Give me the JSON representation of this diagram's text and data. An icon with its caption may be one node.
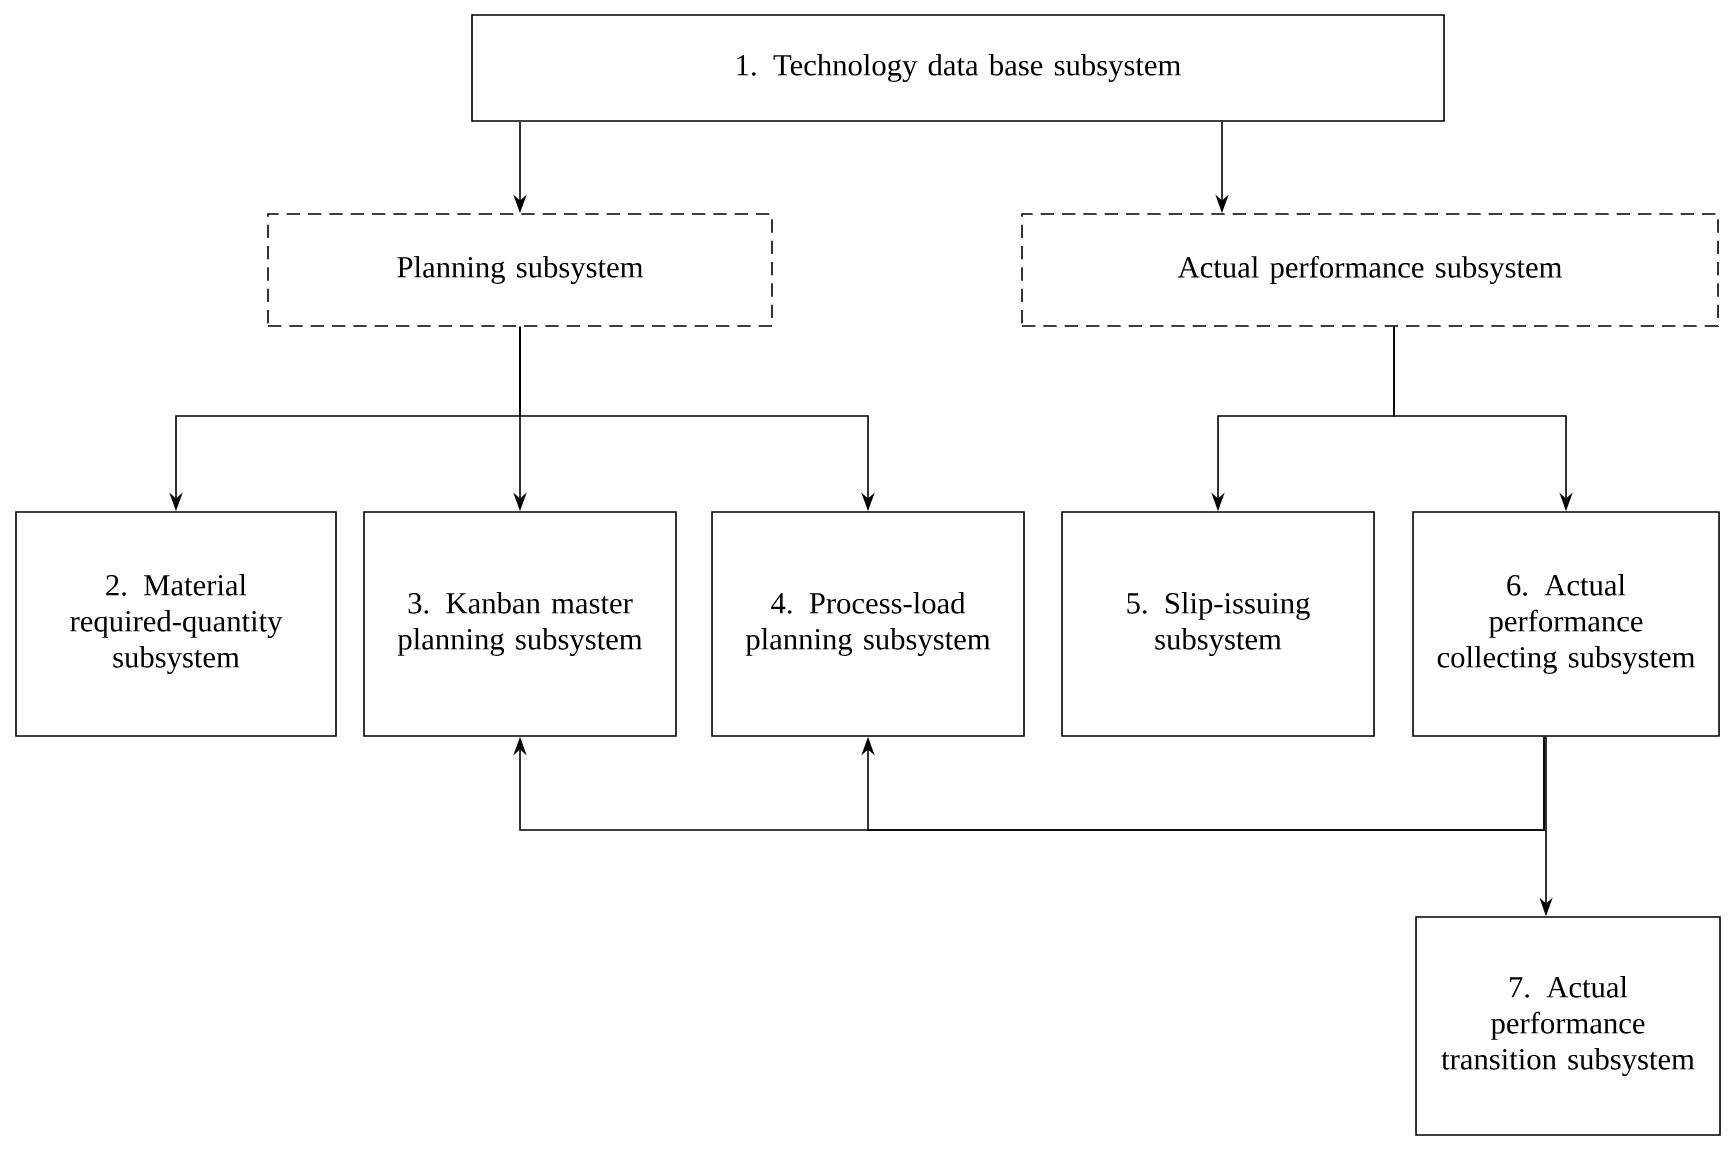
{
  "diagram": {
    "nodes": [
      {
        "text": [
          "1. Technology data base subsystem"
        ]
      },
      {
        "text": [
          "Planning subsystem"
        ]
      },
      {
        "text": [
          "Actual performance subsystem"
        ]
      },
      {
        "text": [
          "2. Material required-quantity subsystem"
        ]
      },
      {
        "text": [
          "3. Kanban master planning subsystem"
        ]
      },
      {
        "text": [
          "4. Process-load planning subsystem"
        ]
      },
      {
        "text": [
          "5. Slip-issuing subsystem"
        ]
      },
      {
        "text": [
          "6. Actual performance collecting subsystem"
        ]
      },
      {
        "text": [
          "7. Actual performance transition subsystem"
        ]
      }
    ],
    "edges": [
      {
        "from": 0,
        "to": 1,
        "arrow": "to"
      },
      {
        "from": 0,
        "to": 2,
        "arrow": "to"
      },
      {
        "from": 1,
        "to": 3,
        "arrow": "to"
      },
      {
        "from": 1,
        "to": 4,
        "arrow": "to"
      },
      {
        "from": 1,
        "to": 5,
        "arrow": "to"
      },
      {
        "from": 2,
        "to": 6,
        "arrow": "to"
      },
      {
        "from": 2,
        "to": 7,
        "arrow": "to"
      },
      {
        "from": 7,
        "to": 4,
        "arrow": "to"
      },
      {
        "from": 7,
        "to": 5,
        "arrow": "to"
      },
      {
        "from": 7,
        "to": 8,
        "arrow": "to"
      }
    ]
  }
}
